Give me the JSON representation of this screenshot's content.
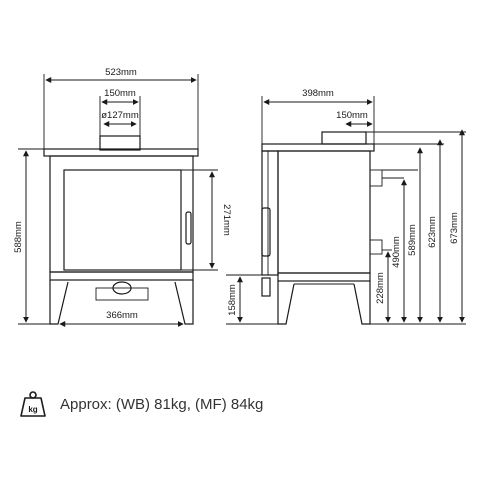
{
  "front_view": {
    "width_label": "523mm",
    "flue_width_label": "150mm",
    "flue_diameter_label": "ø127mm",
    "height_label": "588mm",
    "door_height_label": "271mm",
    "base_width_label": "366mm",
    "leg_height_label": "158mm"
  },
  "side_view": {
    "depth_label": "398mm",
    "flue_offset_label": "150mm",
    "height_228_label": "228mm",
    "height_490_label": "490mm",
    "height_589_label": "589mm",
    "height_623_label": "623mm",
    "height_673_label": "673mm"
  },
  "weight": {
    "icon": "kg-weight-icon",
    "icon_text": "kg",
    "text": "Approx: (WB) 81kg, (MF) 84kg"
  }
}
